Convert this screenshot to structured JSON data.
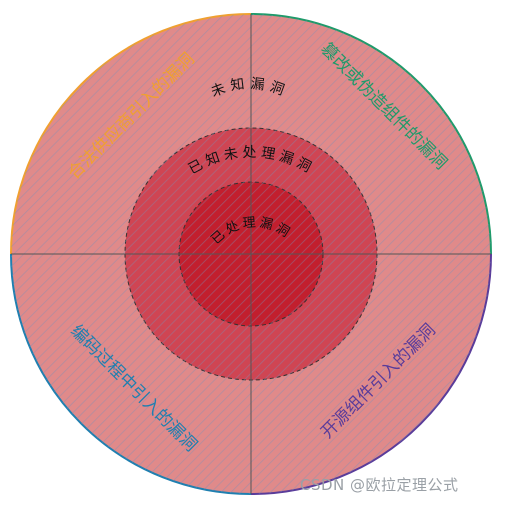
{
  "quadrants": {
    "top_left": {
      "label": "合法供应商引入的漏洞",
      "color": "#f0a030"
    },
    "top_right": {
      "label": "篡改或伪造组件的漏洞",
      "color": "#1f9a6a"
    },
    "bottom_left": {
      "label": "编码过程中引入的漏洞",
      "color": "#1f7fb0"
    },
    "bottom_right": {
      "label": "开源组件引入的漏洞",
      "color": "#5a3c9a"
    }
  },
  "rings": {
    "outer": {
      "label": "未知漏洞"
    },
    "middle": {
      "label": "已知未处理漏洞"
    },
    "inner": {
      "label": "已处理漏洞"
    }
  },
  "colors": {
    "fill_outer": "#e08a8a",
    "fill_middle": "#cf4553",
    "fill_inner": "#c21f2e",
    "hatch": "#7a8fb8"
  },
  "watermark": "CSDN @欧拉定理公式"
}
